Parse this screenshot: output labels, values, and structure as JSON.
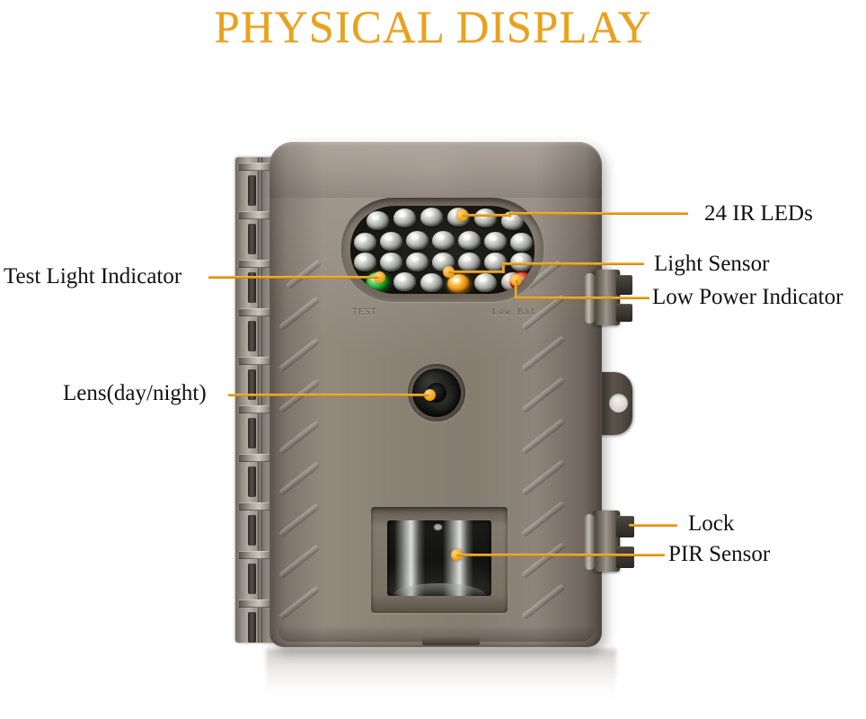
{
  "page": {
    "title": "PHYSICAL DISPLAY",
    "title_color": "#e9a21d",
    "background_color": "#ffffff",
    "label_color": "#111111",
    "leader_line_color": "#e59a12",
    "product": "trail camera front view"
  },
  "device": {
    "body_color": "#8a8175",
    "embossed_text": {
      "test": "TEST",
      "low_bat": "Low Bat"
    },
    "indicator_colors": {
      "test_light": "#13a326",
      "light_sensor": "#e08a12",
      "low_power": "#d1190a"
    },
    "ir_led_count": 24
  },
  "callouts": {
    "right": [
      {
        "id": "ir-leds",
        "label": "24 IR LEDs"
      },
      {
        "id": "light-sensor",
        "label": "Light Sensor"
      },
      {
        "id": "low-power",
        "label": "Low Power Indicator"
      },
      {
        "id": "lock",
        "label": "Lock"
      },
      {
        "id": "pir-sensor",
        "label": "PIR Sensor"
      }
    ],
    "left": [
      {
        "id": "test-light",
        "label": "Test Light Indicator"
      },
      {
        "id": "lens",
        "label": "Lens(day/night)"
      }
    ]
  }
}
